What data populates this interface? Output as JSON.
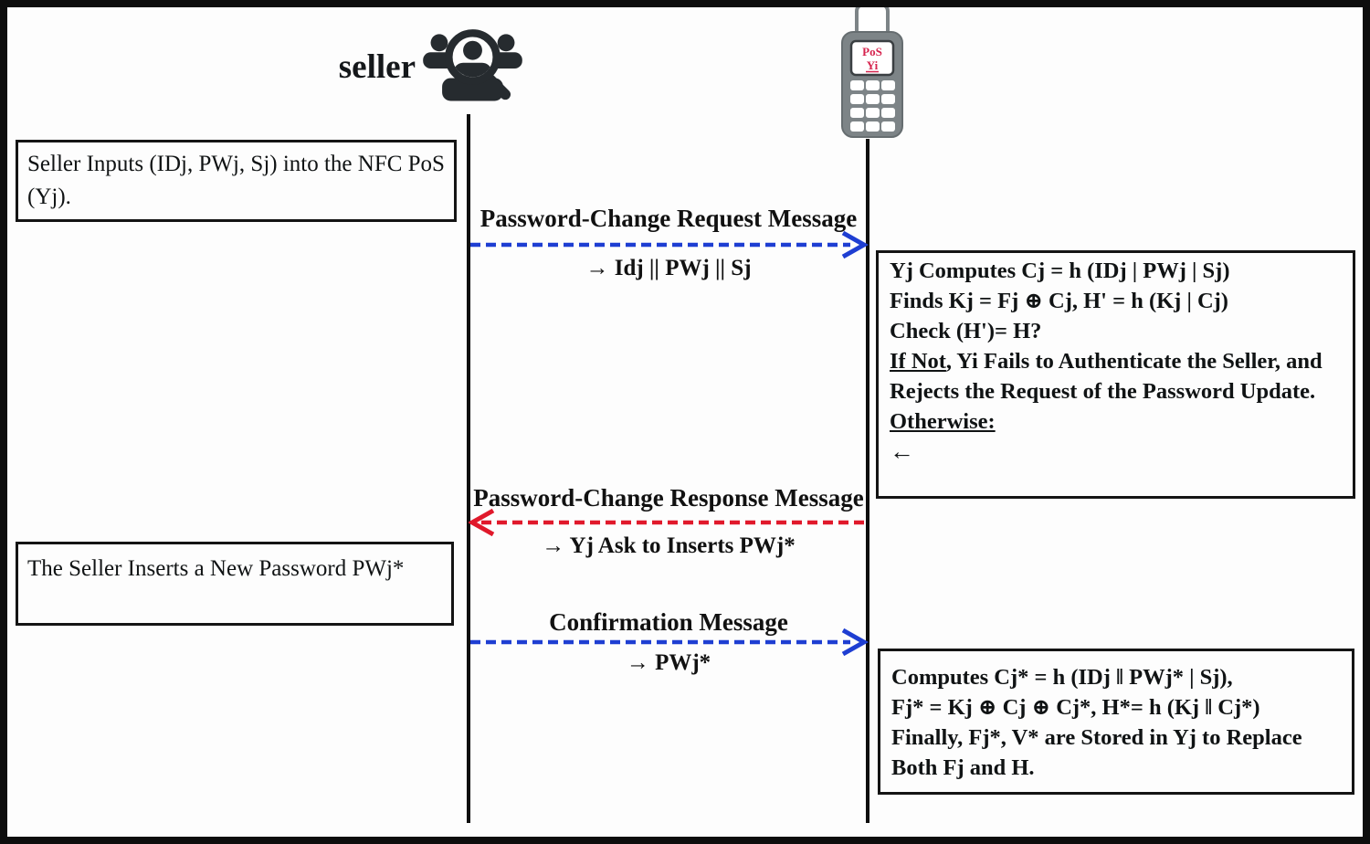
{
  "scene": {
    "seller_label": "seller",
    "phone_screen": {
      "line1": "PoS",
      "line2": "Yi"
    }
  },
  "notes_left": [
    {
      "text": "Seller Inputs (IDj, PWj, Sj) into the NFC PoS (Yj)."
    },
    {
      "text": "The Seller Inserts a New Password PWj*"
    }
  ],
  "messages": [
    {
      "title": "Password-Change Request Message",
      "param": "→ Idj || PWj || Sj",
      "direction": "right",
      "color": "#1e3ed2"
    },
    {
      "title": "Password-Change Response Message",
      "param": "→ Yj Ask to Inserts PWj*",
      "direction": "left",
      "color": "#e0192b"
    },
    {
      "title": "Confirmation Message",
      "param": "→ PWj*",
      "direction": "right",
      "color": "#1e3ed2"
    }
  ],
  "notes_right": {
    "box1": {
      "line1": "Yj Computes Cj = h (IDj | PWj | Sj)",
      "line2": "Finds Kj = Fj ⊕ Cj, H' = h (Kj | Cj)",
      "line3": "Check (H')= H?",
      "line4_underline": "If Not",
      "line4_rest": ", Yi Fails to Authenticate the Seller, and Rejects the Request of the Password Update.",
      "line5_underline": "Otherwise:",
      "line6": "←"
    },
    "box2": {
      "line1": "Computes Cj* = h (IDj ‖ PWj* | Sj),",
      "line2": "Fj* = Kj ⊕ Cj ⊕ Cj*, H*= h (Kj ‖ Cj*)",
      "line3": "Finally, Fj*, V* are Stored in Yj to Replace Both Fj and H."
    }
  },
  "colors": {
    "arrow_blue": "#1e3ed2",
    "arrow_red": "#e0192b",
    "ink": "#101314",
    "icon_dark": "#262b2f",
    "phone_gray": "#7d8487",
    "phone_screen_text": "#d6244e"
  }
}
